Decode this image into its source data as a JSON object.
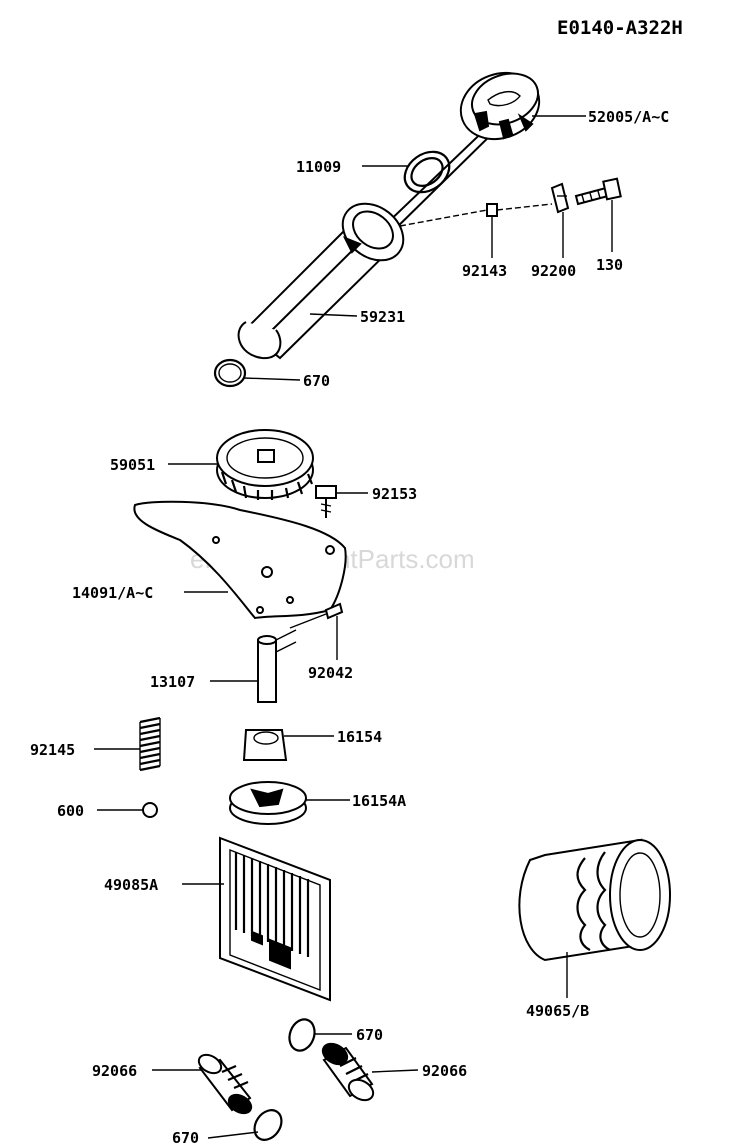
{
  "diagram_code": "E0140-A322H",
  "watermark": "eReplacementParts.com",
  "parts": {
    "cap": "52005/A~C",
    "o_ring_top": "11009",
    "spacer": "92143",
    "clamp": "92200",
    "bolt": "130",
    "tube": "59231",
    "o_ring_tube": "670",
    "gear": "59051",
    "bolt_gear": "92153",
    "plate": "14091/A~C",
    "pin": "92042",
    "shaft": "13107",
    "spring": "92145",
    "inner_rotor": "16154",
    "ball": "600",
    "outer_rotor": "16154A",
    "screen": "49085A",
    "oil_filter": "49065/B",
    "o_ring_fitting": "670",
    "fitting_left": "92066",
    "fitting_right": "92066",
    "o_ring_bottom": "670"
  }
}
